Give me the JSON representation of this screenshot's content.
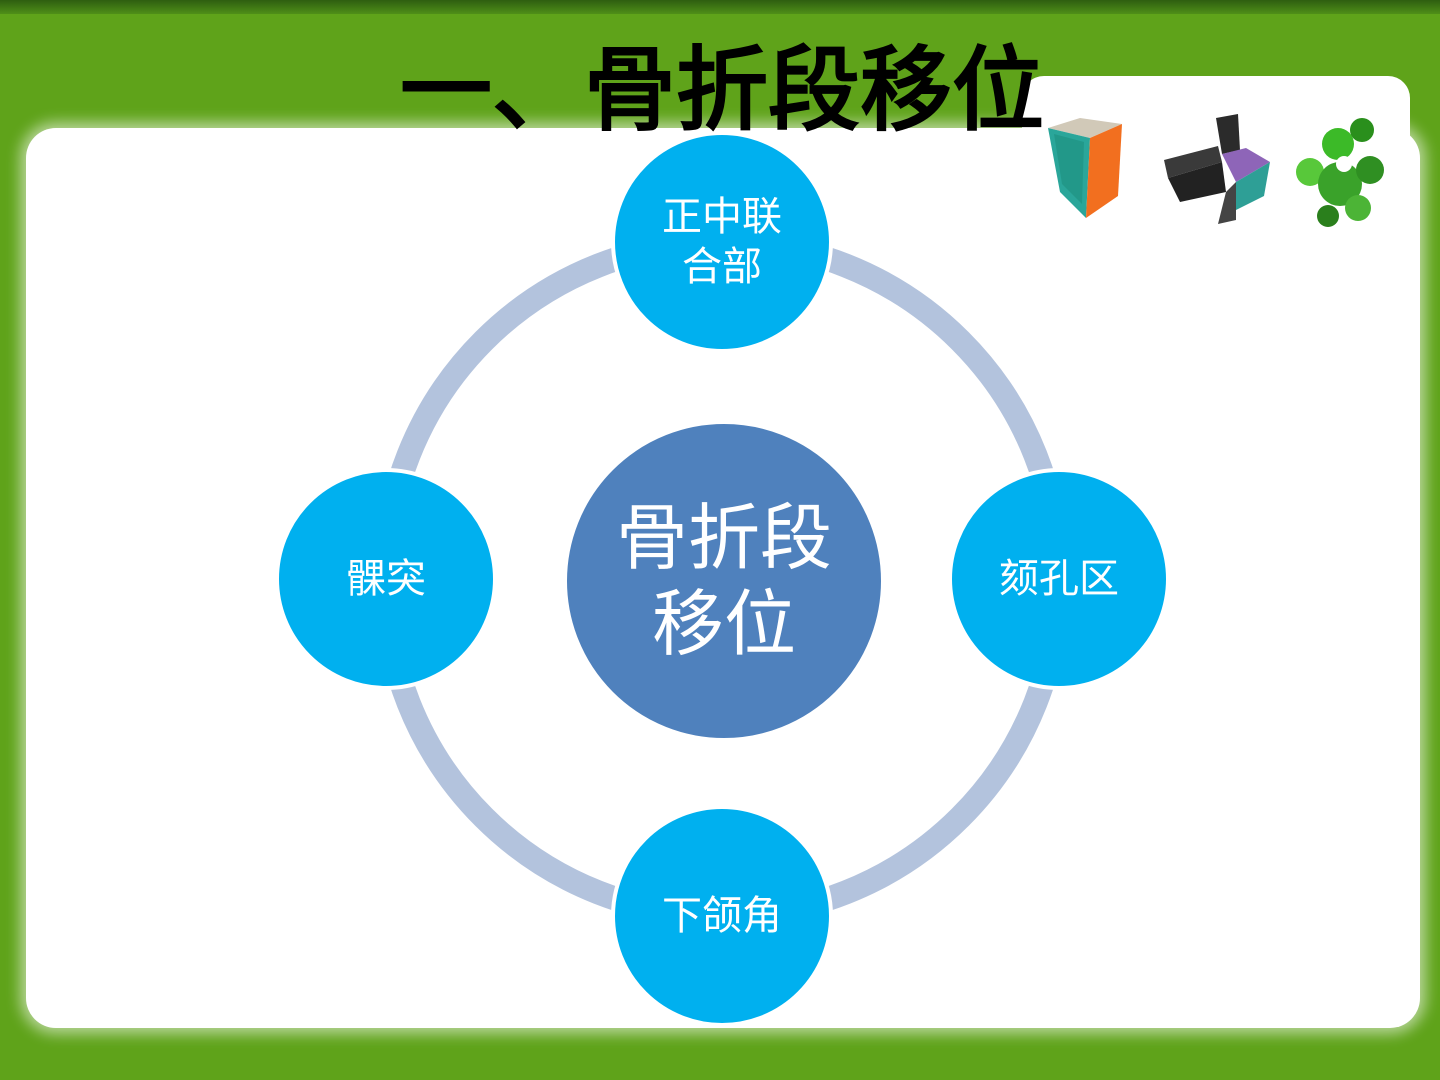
{
  "slide": {
    "title": "一、骨折段移位"
  },
  "diagram": {
    "center": "骨折段\n移位",
    "nodes": {
      "top": "正中联\n合部",
      "right": "颏孔区",
      "bottom": "下颌角",
      "left": "髁突"
    }
  },
  "colors": {
    "background_green": "#5fa31a",
    "center_circle": "#4f81bd",
    "satellite_circle": "#00b0ef",
    "ring": "#b3c3dd"
  },
  "logo": {
    "icons": [
      "cube-icon",
      "cross-shape-icon",
      "puzzle-icon"
    ]
  }
}
